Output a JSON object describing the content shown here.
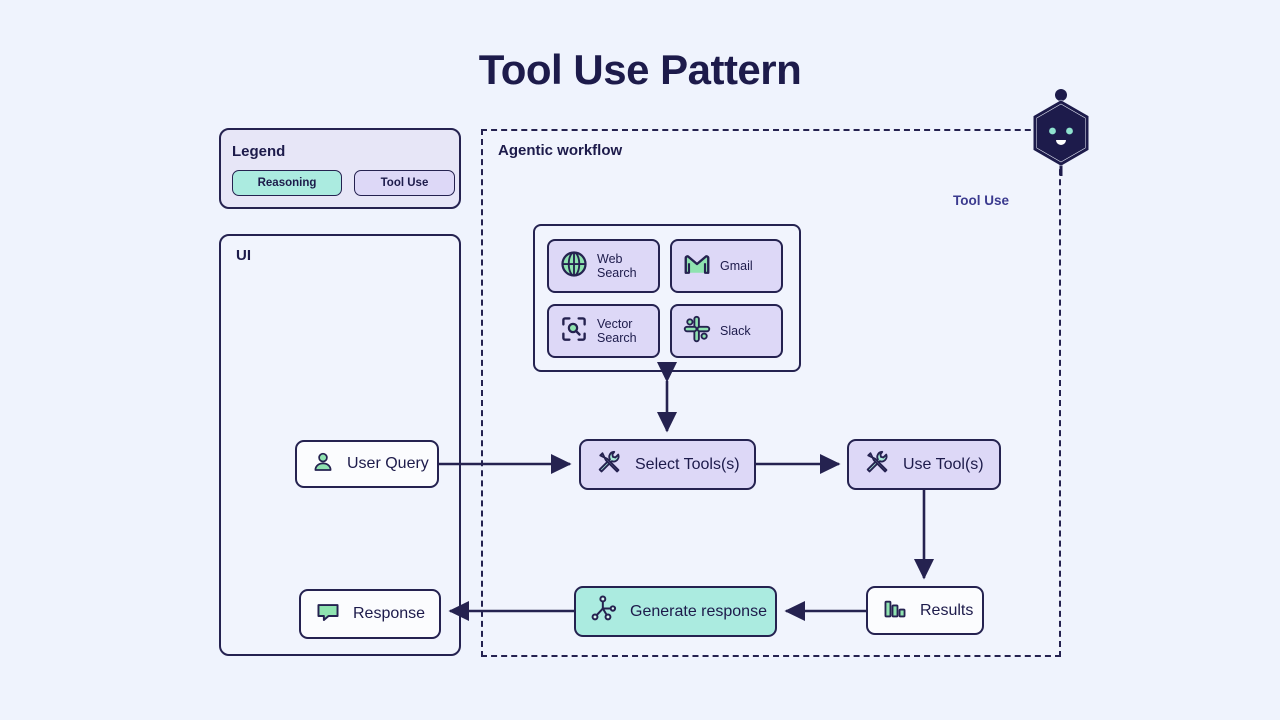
{
  "page": {
    "title": "Tool Use Pattern",
    "background_color": "#eff3fd",
    "ink_color": "#252250"
  },
  "legend": {
    "title": "Legend",
    "items": [
      {
        "label": "Reasoning",
        "color": "#abebe0",
        "kind": "reasoning"
      },
      {
        "label": "Tool Use",
        "color": "#ddd8f7",
        "kind": "tool-use"
      }
    ]
  },
  "ui_panel": {
    "title": "UI",
    "nodes": [
      {
        "label": "User Query",
        "icon": "user-icon",
        "fill": "#fbfcfe"
      },
      {
        "label": "Response",
        "icon": "chat-bubble-icon",
        "fill": "#fbfcfe"
      }
    ]
  },
  "agentic_workflow": {
    "title": "Agentic workflow",
    "side_label": "Tool Use",
    "tools": [
      {
        "label": "Web\nSearch",
        "icon": "globe-icon",
        "fill": "#ddd8f7"
      },
      {
        "label": "Gmail",
        "icon": "gmail-icon",
        "fill": "#ddd8f7"
      },
      {
        "label": "Vector\nSearch",
        "icon": "vector-search-icon",
        "fill": "#ddd8f7"
      },
      {
        "label": "Slack",
        "icon": "slack-icon",
        "fill": "#ddd8f7"
      }
    ],
    "nodes": [
      {
        "label": "Select Tools(s)",
        "icon": "tools-icon",
        "fill": "#ddd8f7"
      },
      {
        "label": "Use Tool(s)",
        "icon": "tools-icon",
        "fill": "#ddd8f7"
      },
      {
        "label": "Results",
        "icon": "bar-chart-icon",
        "fill": "#fbfcfe"
      },
      {
        "label": "Generate response",
        "icon": "network-nodes-icon",
        "fill": "#abebe0"
      }
    ]
  },
  "robot": {
    "icon": "robot-head-icon",
    "eye_color": "#8fe3cf",
    "body_color": "#1d1b4b"
  },
  "flow_edges": [
    {
      "from": "User Query",
      "to": "Select Tools(s)",
      "direction": "one-way"
    },
    {
      "from": "Tools",
      "to": "Select Tools(s)",
      "direction": "two-way"
    },
    {
      "from": "Select Tools(s)",
      "to": "Use Tool(s)",
      "direction": "one-way"
    },
    {
      "from": "Use Tool(s)",
      "to": "Results",
      "direction": "one-way"
    },
    {
      "from": "Results",
      "to": "Generate response",
      "direction": "one-way"
    },
    {
      "from": "Generate response",
      "to": "Response",
      "direction": "one-way"
    }
  ]
}
